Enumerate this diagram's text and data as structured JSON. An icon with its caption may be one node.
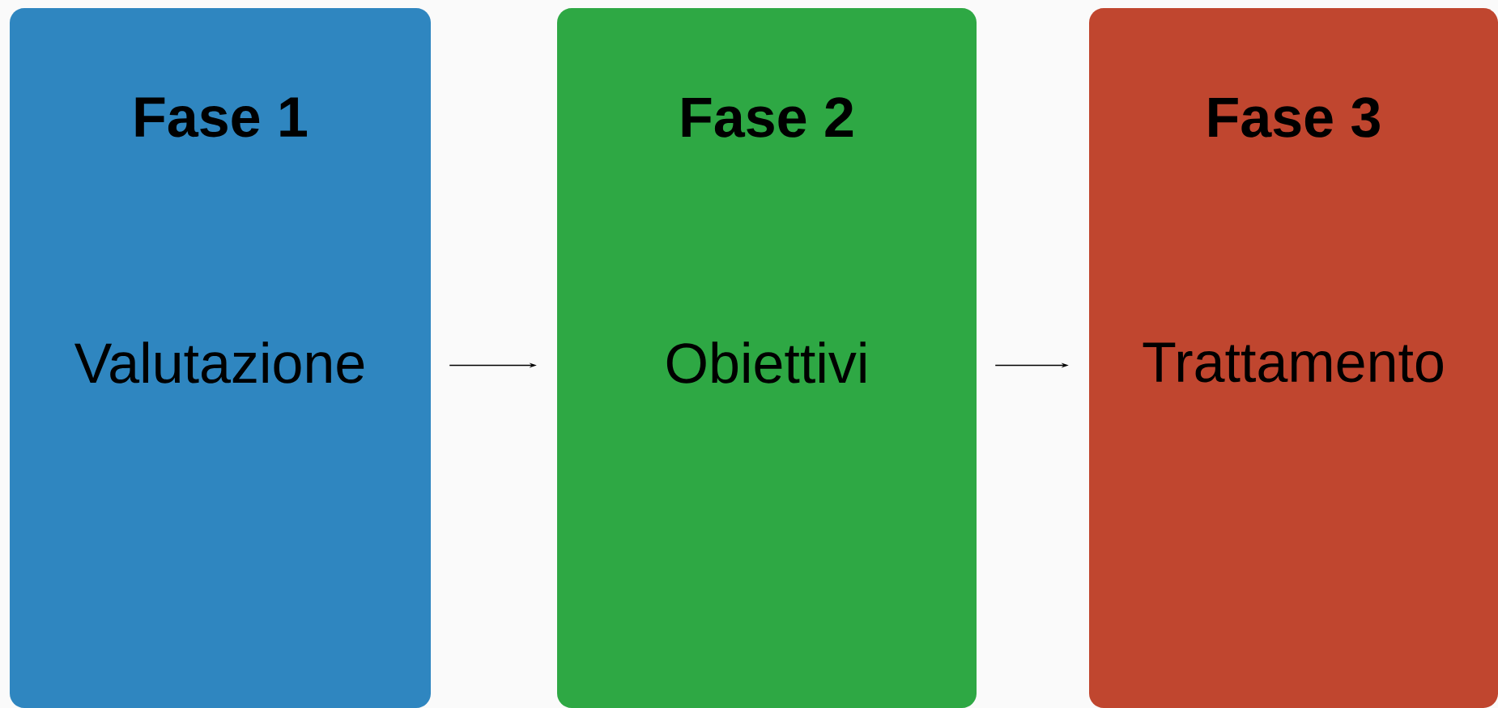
{
  "diagram": {
    "nodes": [
      {
        "text": [
          "Fase 1",
          "Valutazione"
        ]
      },
      {
        "text": [
          "Fase 2",
          "Obiettivi"
        ]
      },
      {
        "text": [
          "Fase 3",
          "Trattamento"
        ]
      }
    ],
    "edges": [
      {
        "from": 0,
        "to": 1,
        "arrow": "to"
      },
      {
        "from": 1,
        "to": 2,
        "arrow": "to"
      }
    ]
  }
}
